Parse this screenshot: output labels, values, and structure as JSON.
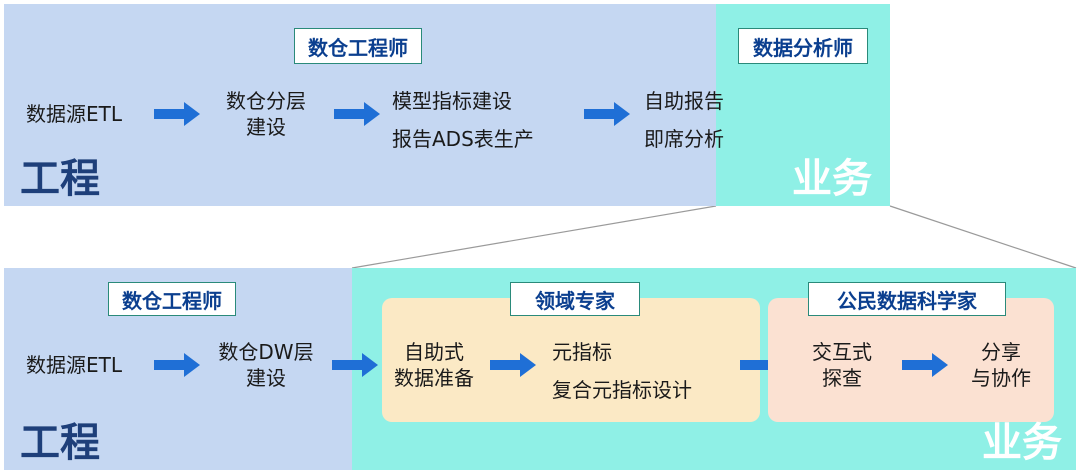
{
  "top": {
    "engineer_label": "数仓工程师",
    "analyst_label": "数据分析师",
    "engineering": "工程",
    "business": "业务",
    "steps": {
      "source_etl": "数据源ETL",
      "layering_line1": "数仓分层",
      "layering_line2": "建设",
      "model_metrics": "模型指标建设",
      "report_ads": "报告ADS表生产",
      "self_report": "自助报告",
      "adhoc": "即席分析"
    }
  },
  "bottom": {
    "engineer_label": "数仓工程师",
    "domain_expert_label": "领域专家",
    "citizen_ds_label": "公民数据科学家",
    "engineering": "工程",
    "business": "业务",
    "steps": {
      "source_etl": "数据源ETL",
      "dw_line1": "数仓DW层",
      "dw_line2": "建设",
      "selfprep_line1": "自助式",
      "selfprep_line2": "数据准备",
      "meta_metric": "元指标",
      "composite_metric": "复合元指标设计",
      "interactive_line1": "交互式",
      "interactive_line2": "探查",
      "share_line1": "分享",
      "share_line2": "与协作"
    }
  },
  "colors": {
    "panel_blue": "#c5d7f2",
    "panel_cyan": "#8ff0e6",
    "arrow_blue": "#1f6fd6",
    "label_text": "#0b3f8f",
    "engineering_text": "#1e3f7a",
    "card_yellow": "#fbe9c5",
    "card_peach": "#fbe1d2"
  }
}
